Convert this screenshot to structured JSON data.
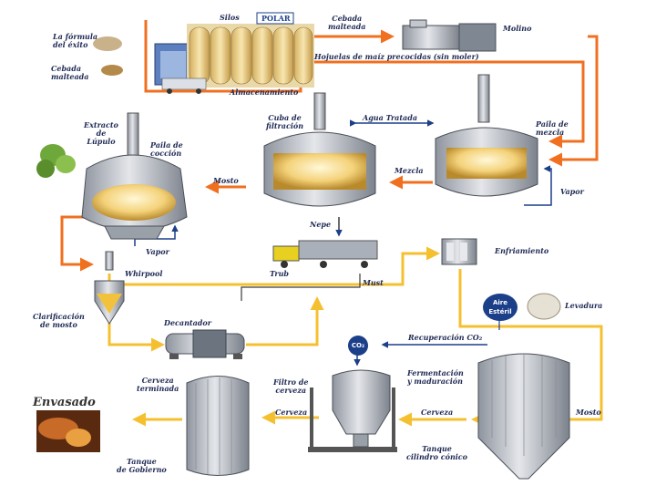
{
  "labels": {
    "formula_exito": "La fórmula\ndel éxito",
    "cebada_malteada_left": "Cebada\nmalteada",
    "silos": "Silos",
    "almacenamiento": "Almacenamiento",
    "cebada_malteada_top": "Cebada\nmalteada",
    "molino": "Molino",
    "hojuelas": "Hojuelas de maíz precocidas (sin moler)",
    "extracto_lupulo": "Extracto\nde\nLúpulo",
    "paila_coccion": "Paila de\ncocción",
    "cuba_filtracion": "Cuba de\nfiltración",
    "agua_tratada": "Agua Tratada",
    "paila_mezcla": "Paila de\nmezcla",
    "mezcla": "Mezcla",
    "mosto_1": "Mosto",
    "vapor_1": "Vapor",
    "vapor_2": "Vapor",
    "nepe": "Nepe",
    "trub": "Trub",
    "whirlpool": "Whirpool",
    "clarificacion": "Clarificación\nde mosto",
    "decantador": "Decantador",
    "must": "Must",
    "enfriamiento": "Enfriamiento",
    "aire_esteril": "Aire\nEstéril",
    "levadura": "Levadura",
    "recuperacion_co2": "Recuperación CO₂",
    "co2": "CO₂",
    "filtro_cerveza": "Filtro de\ncerveza",
    "fermentacion": "Fermentación\ny maduración",
    "cerveza_terminada": "Cerveza\nterminada",
    "cerveza_1": "Cerveza",
    "cerveza_2": "Cerveza",
    "mosto_2": "Mosto",
    "envasado": "Envasado",
    "tanque_cilindro": "Tanque\ncilindro cónico",
    "tanque_gobierno": "Tanque\nde Gobierno",
    "silo_brand": "POLAR"
  },
  "colors": {
    "orange_flow": "#f07020",
    "yellow_flow": "#f5c030",
    "blue_flow": "#1c3f8a",
    "label_text": "#1f2a55",
    "steel": "#b8bcc4"
  }
}
